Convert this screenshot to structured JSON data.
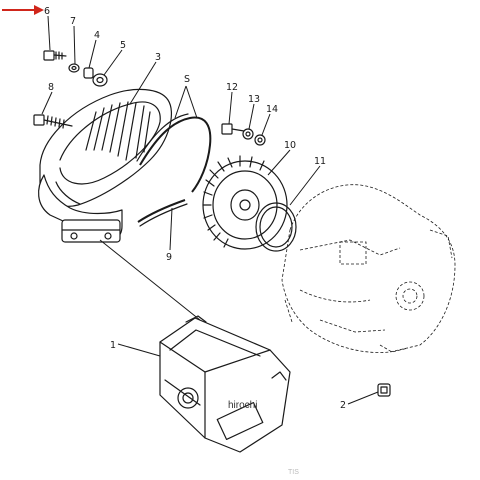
{
  "labels": {
    "p1": "1",
    "p2": "2",
    "p3": "3",
    "p4": "4",
    "p5": "5",
    "p6": "6",
    "p7": "7",
    "p8": "8",
    "p9": "9",
    "p10": "10",
    "p11": "11",
    "p12": "12",
    "p13": "13",
    "p14": "14",
    "pS": "S"
  },
  "watermark": "hirochi",
  "corner_mark": "TIS",
  "colors": {
    "ink": "#1a1a1a",
    "arrow": "#d0261b",
    "background": "#ffffff"
  }
}
